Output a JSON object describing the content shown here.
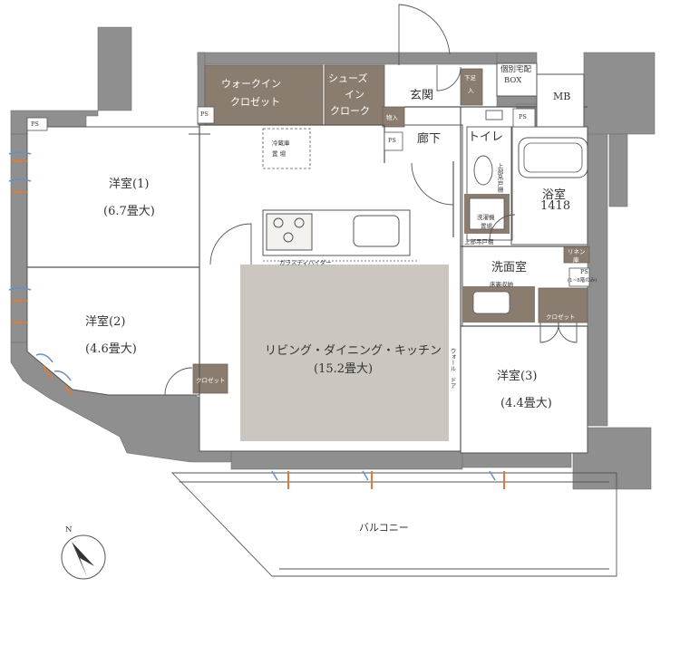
{
  "rooms": {
    "western1": {
      "name": "洋室(1)",
      "size": "(6.7畳大)"
    },
    "western2": {
      "name": "洋室(2)",
      "size": "(4.6畳大)"
    },
    "western3": {
      "name": "洋室(3)",
      "size": "(4.4畳大)"
    },
    "ldk": {
      "name": "リビング・ダイニング・キッチン",
      "size": "(15.2畳大)"
    },
    "bath": {
      "name": "浴室",
      "size": "1418"
    },
    "washroom": "洗面室",
    "toilet": "トイレ",
    "corridor": "廊下",
    "entrance": "玄関",
    "balcony": "バルコニー"
  },
  "storage": {
    "walk_in_closet": [
      "ウォークイン",
      "クロゼット"
    ],
    "shoes_closet": [
      "シューズ",
      "イン",
      "クローク"
    ],
    "closet": "クロゼット",
    "storage_small": "物入",
    "shoe_box": [
      "下足",
      "入"
    ],
    "linen": [
      "リネン",
      "庫"
    ],
    "delivery_box": [
      "個別宅配",
      "BOX"
    ],
    "mb": "MB"
  },
  "labels": {
    "ps": "PS",
    "ps_note": "(1~8階のみ)",
    "fridge": [
      "冷蔵庫",
      "置 場"
    ],
    "washer": [
      "洗濯機",
      "置場"
    ],
    "upper_cabinet": "上部吊戸棚",
    "upper_cabinet_v": "上部吊戸棚",
    "glass_divider": "ガラスディバイダー",
    "under_floor": "床裏収納",
    "wall_door": [
      "ウォール",
      "ドア"
    ],
    "north": "N"
  },
  "colors": {
    "wall": "#8f8f8f",
    "storage_fill": "#8a7d70",
    "ldk_fill": "#cbc7c0",
    "outline": "#555555",
    "window_blue": "#6a8fc0",
    "window_orange": "#e07a3a"
  }
}
